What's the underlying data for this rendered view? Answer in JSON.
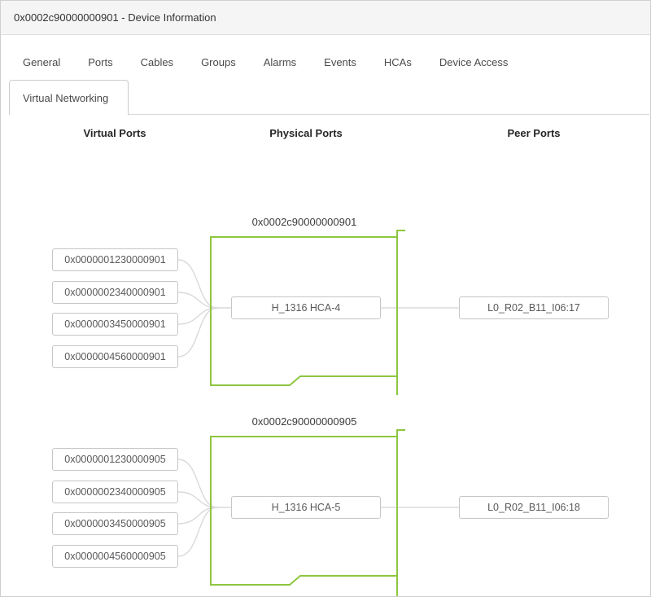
{
  "window": {
    "title": "0x0002c90000000901 - Device Information"
  },
  "tabs": [
    "General",
    "Ports",
    "Cables",
    "Groups",
    "Alarms",
    "Events",
    "HCAs",
    "Device Access"
  ],
  "subtab": "Virtual Networking",
  "columns": [
    "Virtual Ports",
    "Physical Ports",
    "Peer Ports"
  ],
  "groups": [
    {
      "title": "0x0002c90000000901",
      "virtual_ports": [
        "0x0000001230000901",
        "0x0000002340000901",
        "0x0000003450000901",
        "0x0000004560000901"
      ],
      "physical_port": "H_1316 HCA-4",
      "peer_port": "L0_R02_B11_I06:17"
    },
    {
      "title": "0x0002c90000000905",
      "virtual_ports": [
        "0x0000001230000905",
        "0x0000002340000905",
        "0x0000003450000905",
        "0x0000004560000905"
      ],
      "physical_port": "H_1316 HCA-5",
      "peer_port": "L0_R02_B11_I06:18"
    }
  ],
  "colors": {
    "accent_green": "#8dc63f",
    "connector_gray": "#e3e3e3",
    "curve_gray": "#d9d9d9",
    "node_border": "#c6c6c6"
  }
}
